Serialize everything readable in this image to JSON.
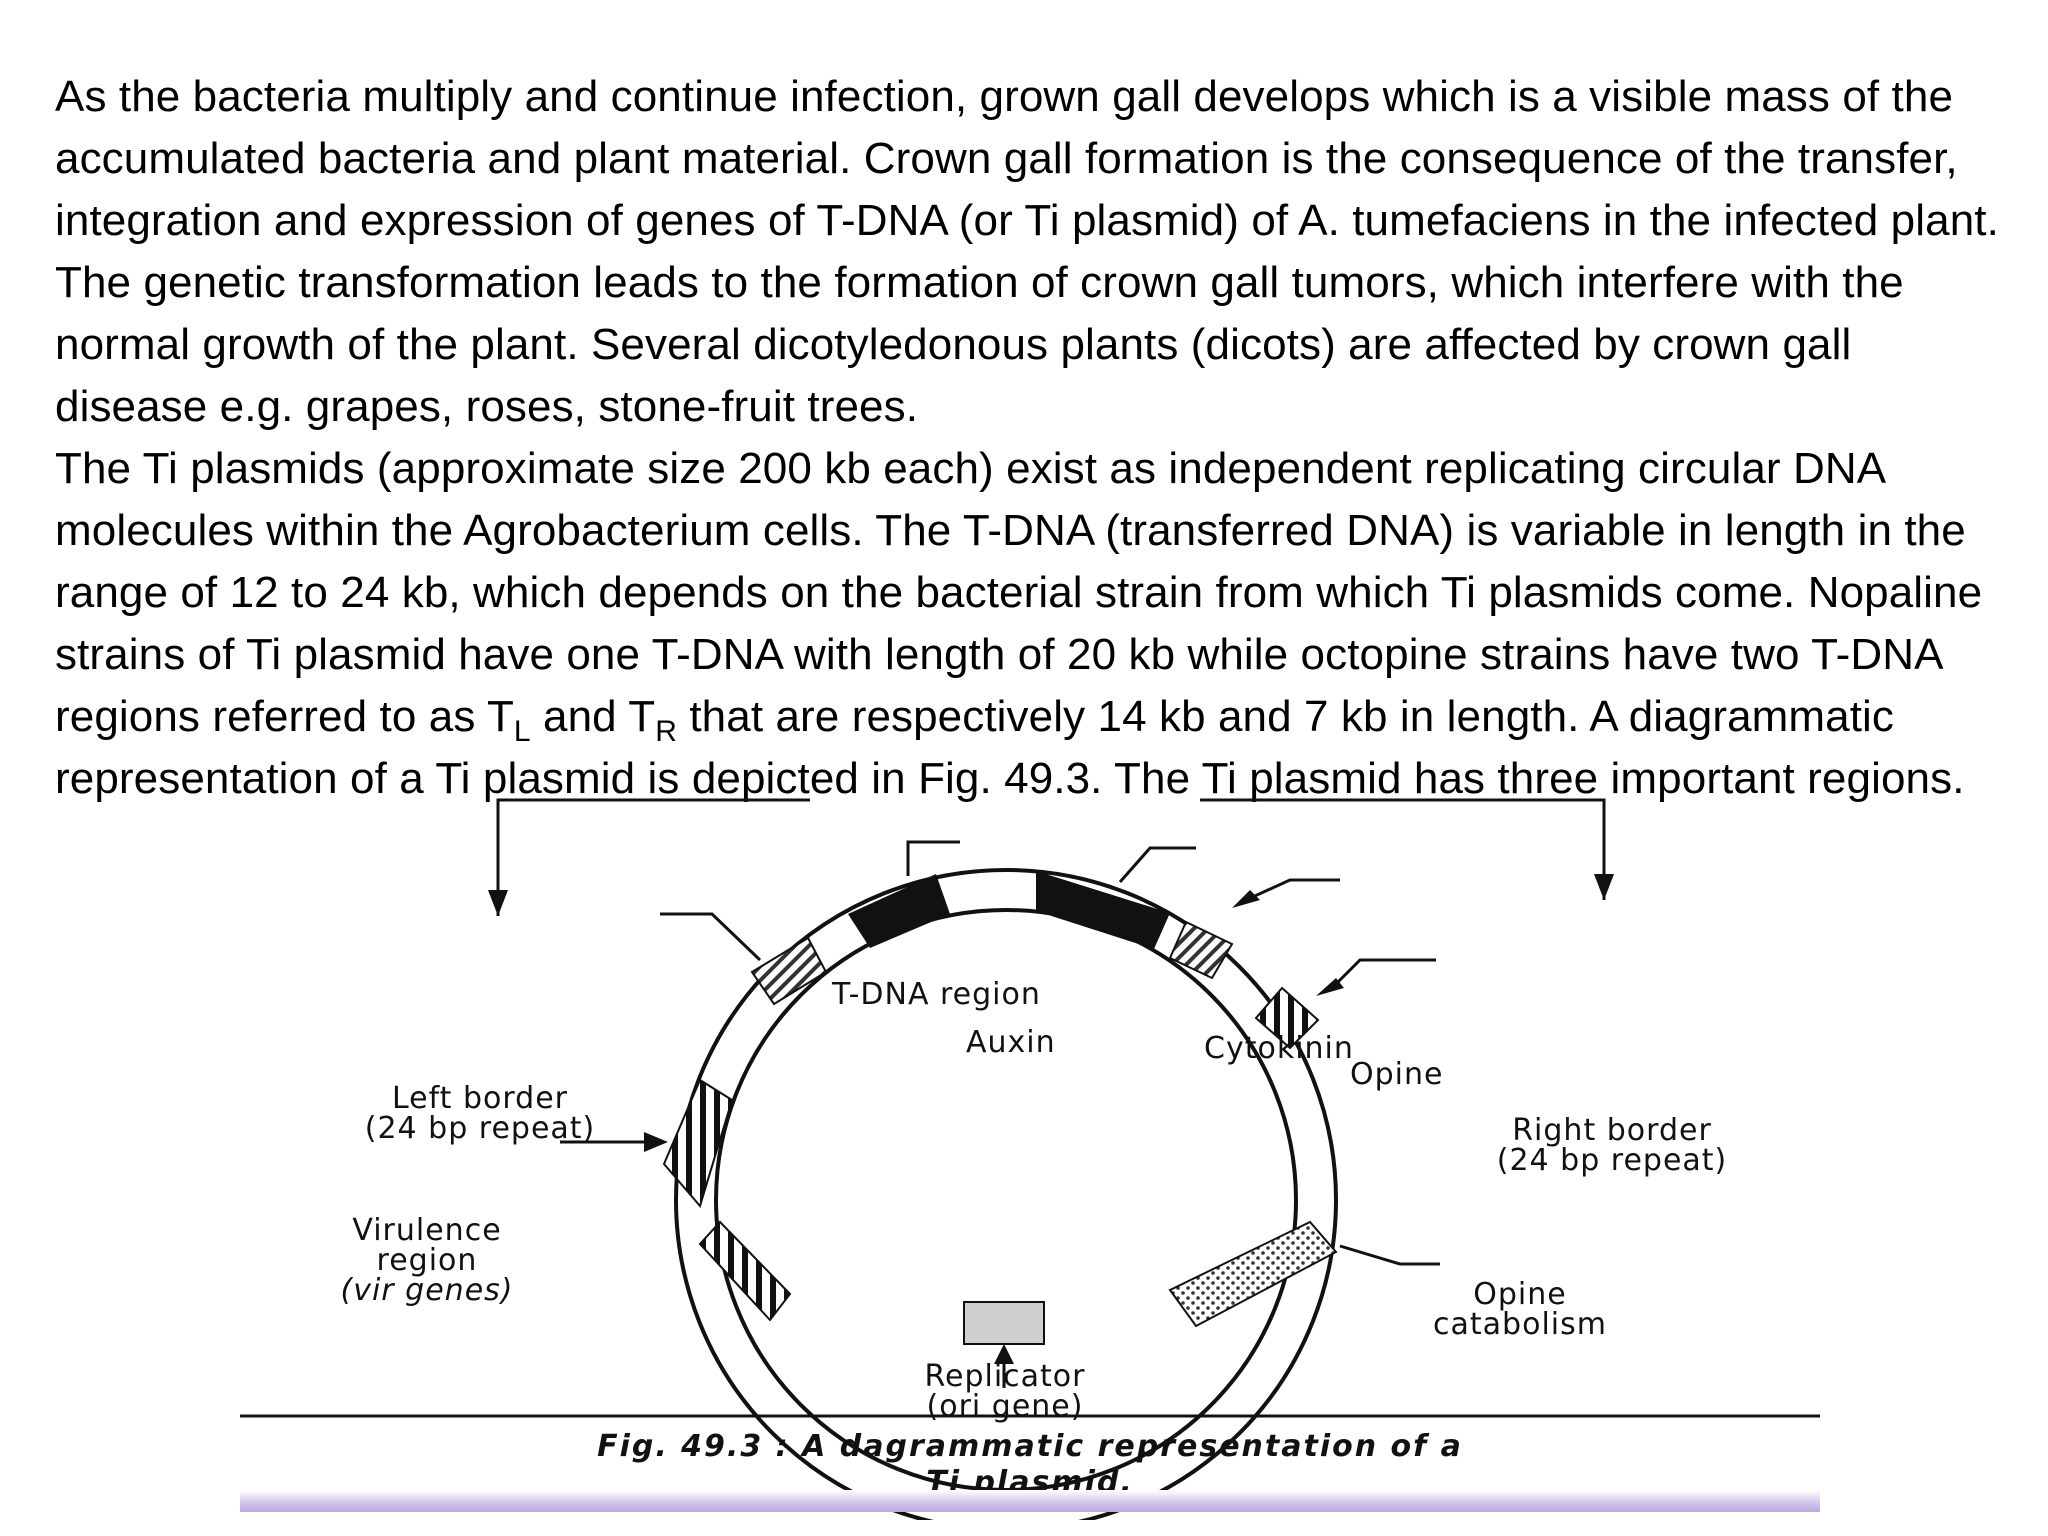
{
  "text": {
    "para1": "As the bacteria multiply and continue infection, grown gall develops which is a visible mass of the accumulated bacteria and plant material. Crown gall formation is the consequence of the transfer, integration and expression of genes of T-DNA (or Ti plasmid) of A. tumefaciens in the infected plant.",
    "para2": "The genetic transformation leads to the formation of crown gall tumors, which interfere with the normal growth of the plant. Several dicotyledonous plants (dicots) are affected by crown gall disease e.g. grapes, roses, stone-fruit trees.",
    "para3_a": "The Ti plasmids (approximate size 200 kb each) exist as independent replicating circular DNA molecules within the Agrobacterium cells. The T-DNA (transferred DNA) is variable in length in the range of 12 to 24 kb, which depends on the bacterial strain from which Ti plasmids come. Nopaline strains of Ti plasmid have one T-DNA with length of 20 kb while octopine strains have two T-DNA regions referred to as T",
    "sub_L": "L",
    "para3_b": " and T",
    "sub_R": "R",
    "para3_c": " that are respectively 14 kb and 7 kb in length. A diagrammatic representation of a Ti plasmid is depicted in Fig. 49.3. The Ti plasmid has three important regions."
  },
  "figure": {
    "labels": {
      "tdna_region": "T-DNA region",
      "auxin": "Auxin",
      "cytokinin": "Cytokinin",
      "opine": "Opine",
      "left_border": "Left border",
      "left_border_sub": "(24 bp repeat)",
      "right_border": "Right border",
      "right_border_sub": "(24 bp repeat)",
      "virulence": "Virulence",
      "virulence_2": "region",
      "virulence_3": "(vir genes)",
      "opine_catabolism": "Opine",
      "opine_catabolism_2": "catabolism",
      "replicator": "Replicator",
      "replicator_2": "(ori gene)"
    },
    "caption_line1": "Fig.  49.3  :  A  dagrammatic  representation  of  a",
    "caption_line2": "Ti  plasmid."
  }
}
